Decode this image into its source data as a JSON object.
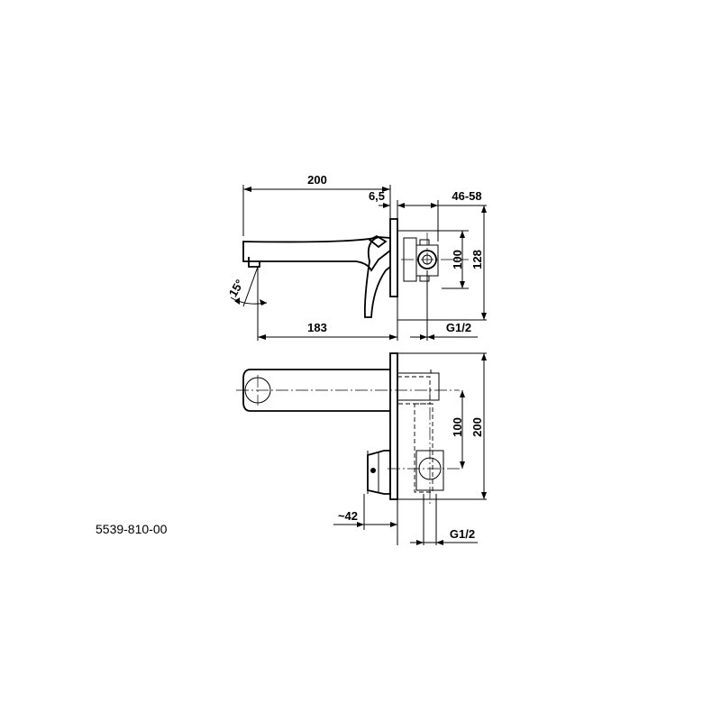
{
  "product_code": "5539-810-00",
  "side_view": {
    "dim_overall_length": "200",
    "dim_plate_thickness": "6,5",
    "dim_depth_range": "46-58",
    "dim_center_height": "100",
    "dim_total_height": "128",
    "dim_projection": "183",
    "dim_thread": "G1/2",
    "dim_angle": "15°"
  },
  "top_view": {
    "dim_height": "100",
    "dim_total": "200",
    "dim_handle": "~42",
    "dim_thread": "G1/2"
  }
}
